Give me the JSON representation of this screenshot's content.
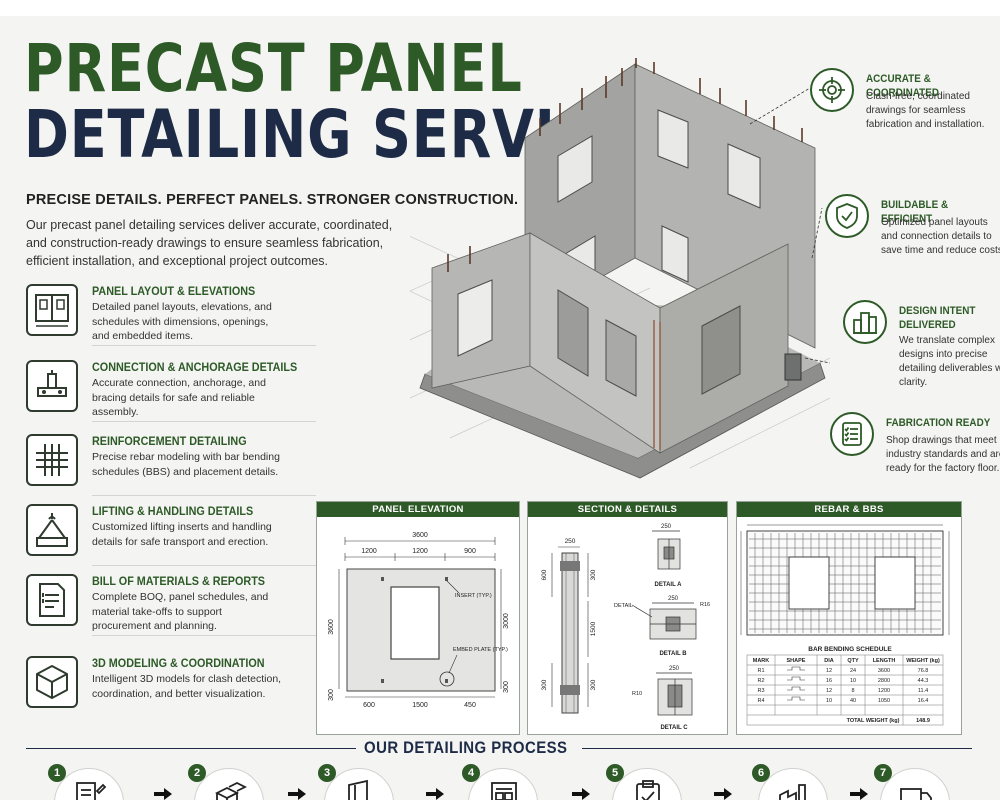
{
  "header": {
    "title_line1": "PRECAST PANEL",
    "title_line2": "DETAILING SERVICES",
    "tagline": "PRECISE DETAILS. PERFECT PANELS. STRONGER CONSTRUCTION.",
    "intro": "Our precast panel detailing services deliver accurate, coordinated, and construction-ready drawings to ensure seamless fabrication, efficient installation, and exceptional project outcomes."
  },
  "services": [
    {
      "title": "PANEL LAYOUT & ELEVATIONS",
      "desc": "Detailed panel layouts, elevations, and schedules with dimensions, openings, and embedded items.",
      "icon": "panel-layout-icon"
    },
    {
      "title": "CONNECTION & ANCHORAGE DETAILS",
      "desc": "Accurate connection, anchorage, and bracing details for safe and reliable assembly.",
      "icon": "connection-icon"
    },
    {
      "title": "REINFORCEMENT DETAILING",
      "desc": "Precise rebar modeling with bar bending schedules (BBS) and placement details.",
      "icon": "rebar-grid-icon"
    },
    {
      "title": "LIFTING & HANDLING DETAILS",
      "desc": "Customized lifting inserts and handling details for safe transport and erection.",
      "icon": "lifting-icon"
    },
    {
      "title": "BILL OF MATERIALS & REPORTS",
      "desc": "Complete BOQ, panel schedules, and material take-offs to support procurement and planning.",
      "icon": "report-icon"
    },
    {
      "title": "3D MODELING & COORDINATION",
      "desc": "Intelligent 3D models for clash detection, coordination, and better visualization.",
      "icon": "cube-icon"
    }
  ],
  "features": [
    {
      "title": "ACCURATE & COORDINATED",
      "desc": "Clash-free, coordinated drawings for seamless fabrication and installation.",
      "icon": "target-icon"
    },
    {
      "title": "BUILDABLE & EFFICIENT",
      "desc": "Optimized panel layouts and connection details to save time and reduce costs.",
      "icon": "shield-check-icon"
    },
    {
      "title": "DESIGN INTENT DELIVERED",
      "desc": "We translate complex designs into precise detailing deliverables with clarity.",
      "icon": "buildings-icon"
    },
    {
      "title": "FABRICATION READY",
      "desc": "Shop drawings that meet industry standards and are ready for the factory floor.",
      "icon": "checklist-icon"
    }
  ],
  "panel_elevation": {
    "header": "PANEL ELEVATION",
    "overall_width": "3600",
    "segments_top": [
      "1200",
      "1200",
      "900"
    ],
    "segments_bottom": [
      "600",
      "1500",
      "450"
    ],
    "height_left": "3600",
    "height_left_bottom": "300",
    "height_right": "3000",
    "height_right_bottom": "300",
    "callout_insert": "INSERT (TYP.)",
    "callout_plate": "EMBED PLATE (TYP.)"
  },
  "section_details": {
    "header": "SECTION & DETAILS",
    "dim_top": "250",
    "dim_left_top": "600",
    "dim_right_top": "300",
    "dim_mid": "1500",
    "dim_left_bottom": "300",
    "dim_right_bottom": "300",
    "detail_a": "DETAIL A",
    "detail_b": "DETAIL B",
    "detail_c": "DETAIL C",
    "callout_left": "DETAIL",
    "callout_r16": "R16",
    "callout_r10": "R10",
    "detail_a_dim": "250",
    "detail_b_dim": "250",
    "detail_c_dim": "250"
  },
  "rebar_bbs": {
    "header": "REBAR & BBS",
    "table_title": "BAR BENDING SCHEDULE",
    "columns": [
      "MARK",
      "SHAPE",
      "DIA",
      "QTY",
      "LENGTH",
      "WEIGHT (kg)"
    ],
    "rows": [
      [
        "R1",
        "12",
        "24",
        "3600",
        "76.8"
      ],
      [
        "R2",
        "16",
        "10",
        "2800",
        "44.3"
      ],
      [
        "R3",
        "12",
        "8",
        "1200",
        "11.4"
      ],
      [
        "R4",
        "10",
        "40",
        "1050",
        "16.4"
      ]
    ],
    "total_label": "TOTAL WEIGHT (kg)",
    "total_value": "148.9"
  },
  "process": {
    "title": "OUR DETAILING PROCESS",
    "steps": [
      "1",
      "2",
      "3",
      "4",
      "5",
      "6",
      "7"
    ]
  },
  "colors": {
    "brand_green": "#2d5a27",
    "navy": "#1d2b46",
    "concrete": "#a9aaa7"
  }
}
